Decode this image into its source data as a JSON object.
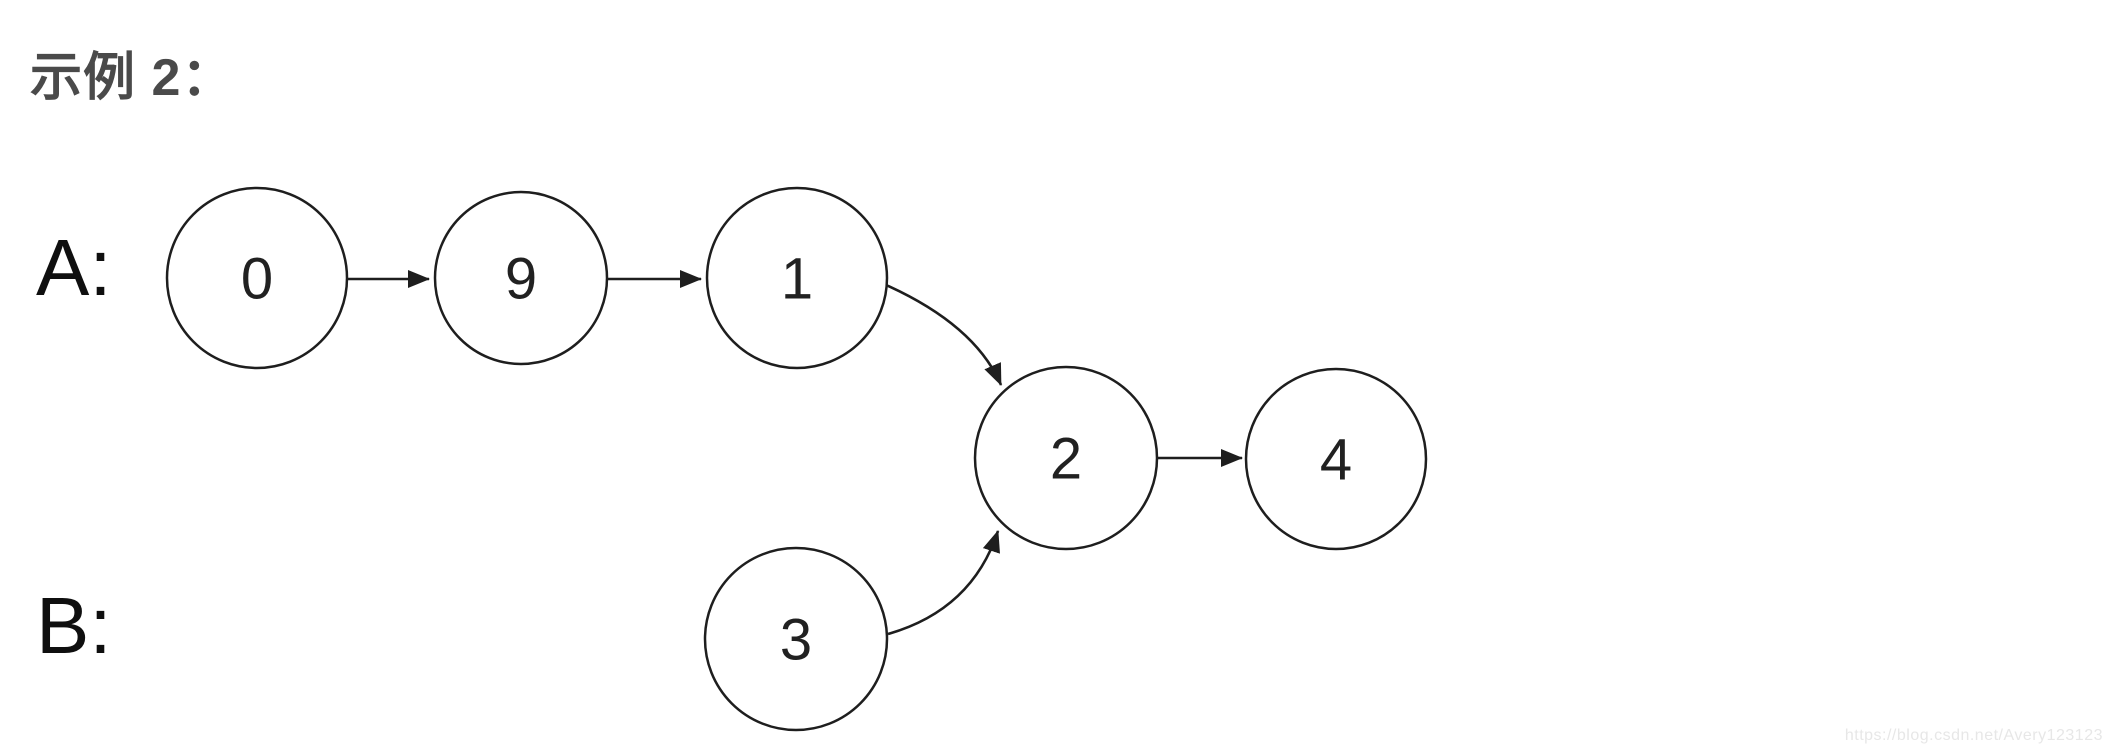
{
  "title": "示例 2：",
  "labels": {
    "list_a": "A:",
    "list_b": "B:"
  },
  "nodes": [
    {
      "id": "a0",
      "value": "0"
    },
    {
      "id": "a1",
      "value": "9"
    },
    {
      "id": "a2",
      "value": "1"
    },
    {
      "id": "shared0",
      "value": "2"
    },
    {
      "id": "shared1",
      "value": "4"
    },
    {
      "id": "b0",
      "value": "3"
    }
  ],
  "structure": {
    "list_a_sequence": [
      "0",
      "9",
      "1",
      "2",
      "4"
    ],
    "list_b_sequence": [
      "3",
      "2",
      "4"
    ],
    "intersection_value": "2"
  },
  "watermark": "https://blog.csdn.net/Avery123123",
  "colors": {
    "background": "#ffffff",
    "stroke": "#1e1e1e",
    "node_text": "#212121",
    "title": "#4a4a4a",
    "label": "#0f0f0f",
    "watermark": "#e7e7e7"
  }
}
